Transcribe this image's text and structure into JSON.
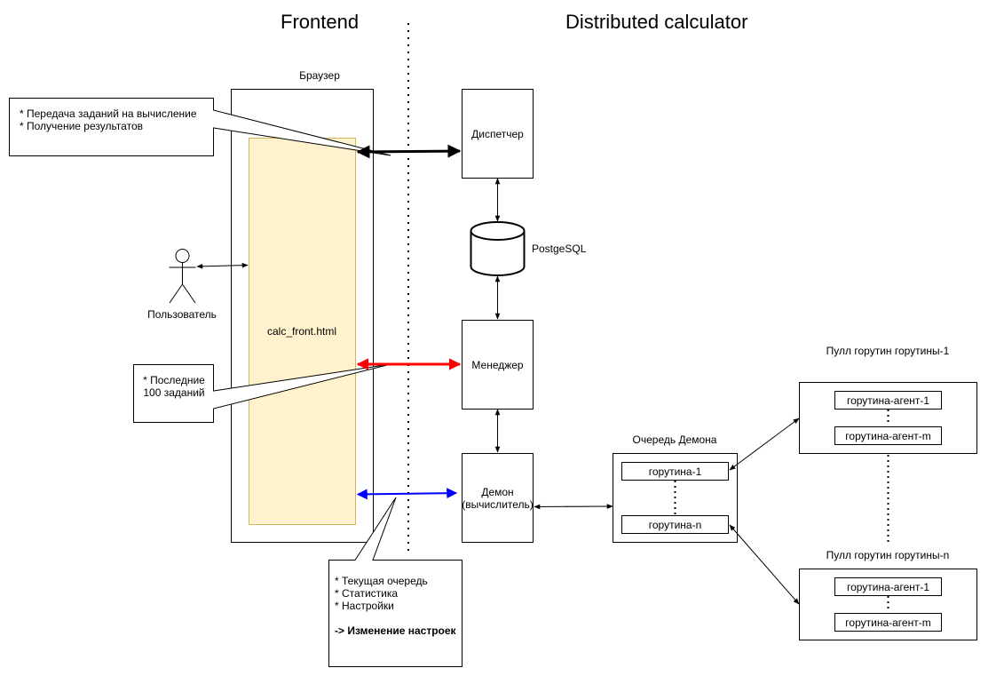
{
  "headings": {
    "frontend": "Frontend",
    "calculator": "Distributed calculator"
  },
  "browser": {
    "title": "Браузер",
    "page": "calc_front.html"
  },
  "user": {
    "label": "Пользователь"
  },
  "notes": {
    "top": [
      "* Передача заданий на вычисление",
      "* Получение результатов"
    ],
    "middle": [
      "* Последние",
      "100 заданий"
    ],
    "bottom": [
      "* Текущая очередь",
      "* Статистика",
      "* Настройки"
    ],
    "bottom_action": "-> Изменение настроек"
  },
  "nodes": {
    "dispatcher": "Диспетчер",
    "database": "PostgeSQL",
    "manager": "Менеджер",
    "daemon_line1": "Демон",
    "daemon_line2": "(вычислитель)"
  },
  "daemon_queue": {
    "title": "Очередь Демона",
    "first": "горутина-1",
    "last": "горутина-n"
  },
  "pools": [
    {
      "title": "Пулл горутин горутины-1",
      "first": "горутина-агент-1",
      "last": "горутина-агент-m"
    },
    {
      "title": "Пулл горутин горутины-n",
      "first": "горутина-агент-1",
      "last": "горутина-агент-m"
    }
  ],
  "colors": {
    "page_fill": "#fff2cc",
    "page_stroke": "#d6b656",
    "manager_link": "#ff0000",
    "daemon_link": "#0000ff"
  }
}
